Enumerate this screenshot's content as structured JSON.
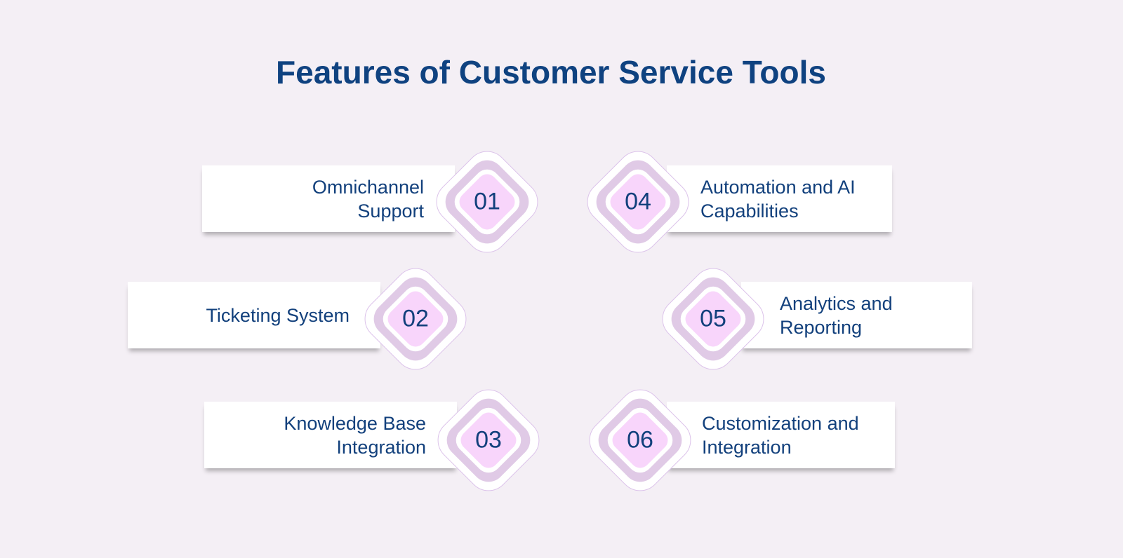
{
  "title": "Features of Customer Service Tools",
  "features": [
    {
      "number": "01",
      "label": "Omnichannel\nSupport"
    },
    {
      "number": "02",
      "label": "Ticketing System"
    },
    {
      "number": "03",
      "label": "Knowledge Base\nIntegration"
    },
    {
      "number": "04",
      "label": "Automation and AI\nCapabilities"
    },
    {
      "number": "05",
      "label": "Analytics and\nReporting"
    },
    {
      "number": "06",
      "label": "Customization and\nIntegration"
    }
  ],
  "colors": {
    "title": "#0f4280",
    "background": "#f4eff5",
    "band": "#e0cae6",
    "center": "#f8d5fb"
  }
}
